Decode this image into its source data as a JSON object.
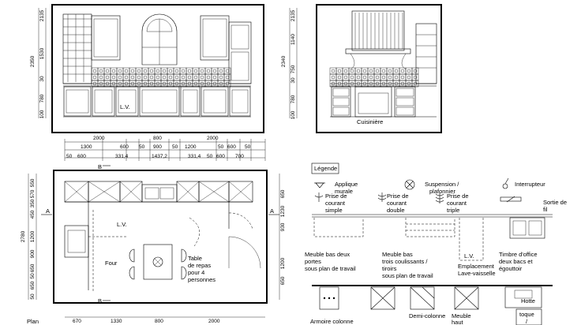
{
  "elevation_left": {
    "vdims": [
      "2135",
      "1530",
      "30",
      "780",
      "100"
    ],
    "vdim_total": "2350",
    "counter_label": "L.V."
  },
  "elevation_right": {
    "vdims": [
      "2135",
      "1140",
      "750",
      "30",
      "780",
      "100"
    ],
    "vdim_total": "2340",
    "counter_label": "Cuisinière"
  },
  "plan_top_dims": {
    "row1": [
      "2000",
      "800",
      "2000"
    ],
    "row2": [
      "1300",
      "600",
      "50",
      "900",
      "50",
      "1200",
      "50",
      "600",
      "50"
    ],
    "row3": [
      "50",
      "600",
      "331,4",
      "1437,2",
      "331,4",
      "50",
      "600",
      "700"
    ]
  },
  "plan_side_dims": {
    "left": [
      "550",
      "570",
      "350",
      "450",
      "1200",
      "900",
      "650",
      "50",
      "650",
      "50"
    ],
    "left_total": "2780",
    "right": [
      "650",
      "1230",
      "930",
      "1200",
      "650"
    ]
  },
  "plan_bottom_dims": [
    "670",
    "1330",
    "800",
    "2000"
  ],
  "plan": {
    "title": "Plan",
    "section_a_left": "A",
    "section_a_right": "A",
    "section_b_top": "B",
    "section_b_bottom": "B",
    "counter_label": "L.V.",
    "four_label": "Four",
    "table_text": [
      "Table",
      "de repas",
      "pour 4",
      "personnes"
    ]
  },
  "legend": {
    "title": "Légende",
    "items": [
      {
        "icon": "wall-light-icon",
        "text": [
          "Applique",
          "murale"
        ]
      },
      {
        "icon": "ceiling-light-icon",
        "text": [
          "Suspension /",
          "plafonnier"
        ]
      },
      {
        "icon": "switch-icon",
        "text": [
          "Interrupteur"
        ]
      },
      {
        "icon": "outlet-single-icon",
        "text": [
          "Prise de",
          "courant",
          "simple"
        ]
      },
      {
        "icon": "outlet-double-icon",
        "text": [
          "Prise de",
          "courant",
          "double"
        ]
      },
      {
        "icon": "outlet-triple-icon",
        "text": [
          "Prise de",
          "courant",
          "triple"
        ]
      },
      {
        "icon": "wire-outlet-icon",
        "text": [
          "Sortie de",
          "fil"
        ]
      }
    ],
    "cabinets": [
      {
        "text": [
          "Meuble bas deux",
          "portes",
          "sous plan de travail"
        ]
      },
      {
        "text": [
          "Meuble bas",
          "trois coulissants /",
          "tiroirs",
          "sous plan de travail"
        ]
      },
      {
        "text": [
          "Emplacement",
          "Lave-vaisselle"
        ],
        "label": "L.V."
      },
      {
        "text": [
          "Timbre d'office",
          "deux bacs et",
          "égouttoir"
        ]
      }
    ],
    "bottom": [
      {
        "text": [
          "Armoire colonne"
        ]
      },
      {
        "text": [
          "Demi-colonne"
        ]
      },
      {
        "text": [
          "Meuble",
          "haut"
        ]
      },
      {
        "text": [
          "Hotte"
        ]
      },
      {
        "text": [
          "toque",
          "/"
        ]
      }
    ]
  }
}
